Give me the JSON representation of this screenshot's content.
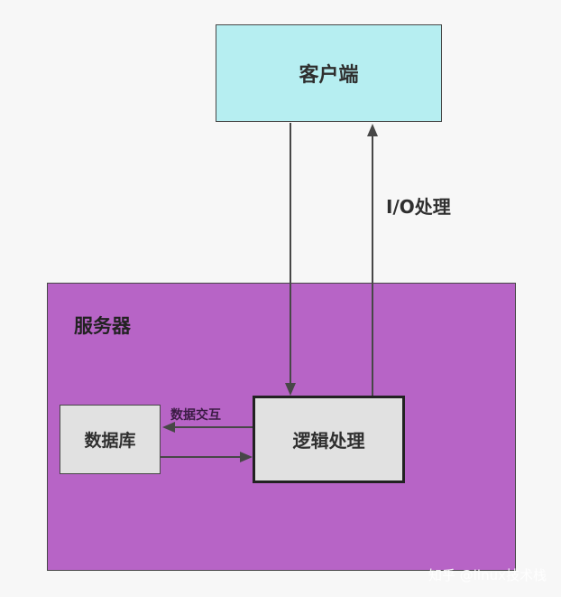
{
  "client": {
    "label": "客户端"
  },
  "server": {
    "label": "服务器"
  },
  "database": {
    "label": "数据库"
  },
  "logic": {
    "label": "逻辑处理"
  },
  "edges": {
    "io_label": "I/O处理",
    "exchange_label": "数据交互"
  },
  "watermark": "知乎 @linux技术栈",
  "colors": {
    "client_fill": "#b6eef1",
    "server_fill": "#b764c6",
    "inner_fill": "#e1e1e1",
    "stroke": "#474747"
  }
}
